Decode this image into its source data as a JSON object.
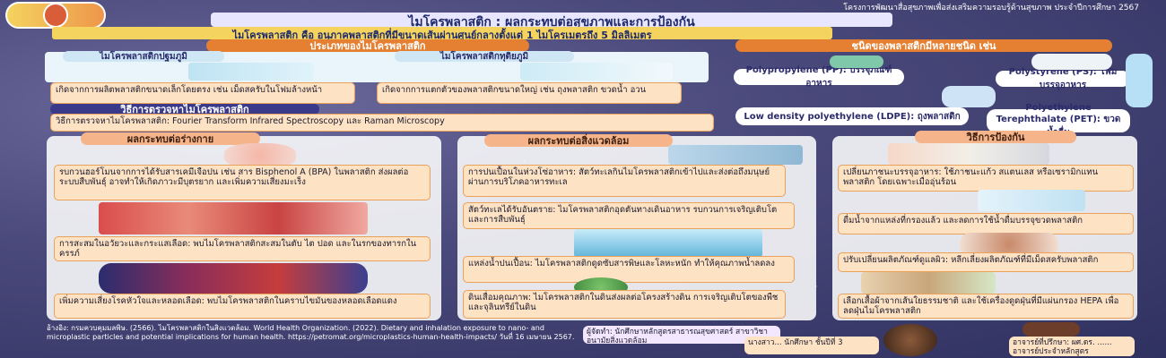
{
  "header": {
    "title": "ไมโครพลาสติก : ผลกระทบต่อสุขภาพและการป้องกัน",
    "subtitle": "ไมโครพลาสติก คือ อนุภาคพลาสติกที่มีขนาดเส้นผ่านศูนย์กลางตั้งแต่ 1 ไมโครเมตรถึง 5 มิลลิเมตร",
    "top_note": "โครงการพัฒนาสื่อสุขภาพเพื่อส่งเสริมความรอบรู้ด้านสุขภาพ ประจำปีการศึกษา 2567"
  },
  "types": {
    "heading": "ประเภทของไมโครพลาสติก",
    "primary_label": "ไมโครพลาสติกปฐมภูมิ",
    "secondary_label": "ไมโครพลาสติกทุติยภูมิ",
    "primary_desc": "เกิดจากการผลิตพลาสติกขนาดเล็กโดยตรง เช่น เม็ดสครับในโฟมล้างหน้า",
    "secondary_desc": "เกิดจากการแตกตัวของพลาสติกขนาดใหญ่ เช่น ถุงพลาสติก ขวดน้ำ อวน"
  },
  "detection": {
    "heading": "วิธีการตรวจหาไมโครพลาสติก",
    "text": "วิธีการตรวจหาไมโครพลาสติก: Fourier Transform Infrared Spectroscopy และ Raman Microscopy"
  },
  "plastics": {
    "heading": "ชนิดของพลาสติกมีหลายชนิด เช่น",
    "pp": "Polypropylene (PP): บรรจุภัณฑ์อาหาร",
    "ps": "Polystyrene (PS): โฟมบรรจุอาหาร",
    "ldpe": "Low density polyethylene (LDPE): ถุงพลาสติก",
    "pet": "Polyethylene Terephthalate (PET): ขวดน้ำดื่ม"
  },
  "body": {
    "heading": "ผลกระทบต่อร่างกาย",
    "p1": "รบกวนฮอร์โมนจากการได้รับสารเคมีเจือปน เช่น สาร Bisphenol A (BPA) ในพลาสติก ส่งผลต่อระบบสืบพันธุ์ อาจทำให้เกิดภาวะมีบุตรยาก และเพิ่มความเสี่ยงมะเร็ง",
    "p2": "การสะสมในอวัยวะและกระแสเลือด: พบไมโครพลาสติกสะสมในตับ ไต ปอด และในรกของทารกในครรภ์",
    "p3": "เพิ่มความเสี่ยงโรคหัวใจและหลอดเลือด: พบไมโครพลาสติกในคราบไขมันของหลอดเลือดแดง"
  },
  "environment": {
    "heading": "ผลกระทบต่อสิ่งแวดล้อม",
    "p1": "การปนเปื้อนในห่วงโซ่อาหาร: สัตว์ทะเลกินไมโครพลาสติกเข้าไปและส่งต่อถึงมนุษย์ผ่านการบริโภคอาหารทะเล",
    "p2": "สัตว์ทะเลได้รับอันตราย: ไมโครพลาสติกอุดตันทางเดินอาหาร รบกวนการเจริญเติบโตและการสืบพันธุ์",
    "p3": "แหล่งน้ำปนเปื้อน: ไมโครพลาสติกดูดซับสารพิษและโลหะหนัก ทำให้คุณภาพน้ำลดลง",
    "p4": "ดินเสื่อมคุณภาพ: ไมโครพลาสติกในดินส่งผลต่อโครงสร้างดิน การเจริญเติบโตของพืช และจุลินทรีย์ในดิน"
  },
  "prevention": {
    "heading": "วิธีการป้องกัน",
    "p1": "เปลี่ยนภาชนะบรรจุอาหาร: ใช้ภาชนะแก้ว สแตนเลส หรือเซรามิกแทนพลาสติก โดยเฉพาะเมื่ออุ่นร้อน",
    "p2": "ดื่มน้ำจากแหล่งที่กรองแล้ว และลดการใช้น้ำดื่มบรรจุขวดพลาสติก",
    "p3": "ปรับเปลี่ยนผลิตภัณฑ์ดูแลผิว: หลีกเลี่ยงผลิตภัณฑ์ที่มีเม็ดสครับพลาสติก",
    "p4": "เลือกเสื้อผ้าจากเส้นใยธรรมชาติ และใช้เครื่องดูดฝุ่นที่มีแผ่นกรอง HEPA เพื่อลดฝุ่นไมโครพลาสติก"
  },
  "footer": {
    "credits": "อ้างอิง: กรมควบคุมมลพิษ. (2566). ไมโครพลาสติกในสิ่งแวดล้อม. World Health Organization. (2022). Dietary and inhalation exposure to nano- and microplastic particles and potential implications for human health. https://petromat.org/microplastics-human-health-impacts/ วันที่ 16 เมษายน 2567.",
    "author_box": "ผู้จัดทำ: นักศึกษาหลักสูตรสาธารณสุขศาสตร์ สาขาวิชาอนามัยสิ่งแวดล้อม",
    "author_names": "นางสาว... นักศึกษา ชั้นปีที่ 3",
    "advisor": "อาจารย์ที่ปรึกษา: ผศ.ดร. ...... อาจารย์ประจำหลักสูตร"
  },
  "colors": {
    "accent": "#e57f31",
    "title": "#1f2a6b",
    "bg": "#4b4a7c"
  }
}
